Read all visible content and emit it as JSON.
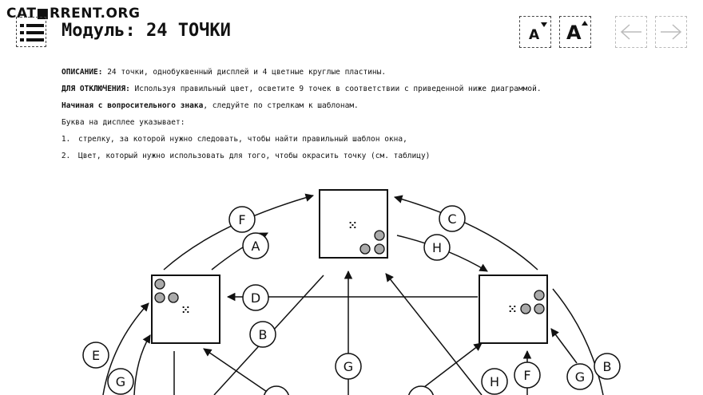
{
  "header": {
    "logo_text": "CAT■RRENT.ORG",
    "title": "Модуль: 24 ТОЧКИ",
    "font_decrease_label": "A",
    "font_increase_label": "A",
    "menu_icon": "hamburger-icon",
    "prev_icon": "arrow-left-icon",
    "next_icon": "arrow-right-icon"
  },
  "description": {
    "desc_label": "ОПИСАНИЕ:",
    "desc_text": " 24 точки, однобуквенный дисплей и 4 цветные круглые пластины.",
    "disarm_label": "ДЛЯ ОТКЛЮЧЕНИЯ:",
    "disarm_text": " Используя правильный цвет, осветите 9 точек в соответствии с приведенной ниже диаграммой.",
    "start_bold": "Начиная с вопросительного знака",
    "start_text": ", следуйте по стрелкам к шаблонам.",
    "display_intro": "Буква на дисплее указывает:",
    "items": [
      "стрелку, за которой нужно следовать, чтобы найти правильный шаблон окна,",
      "Цвет, который нужно использовать для того, чтобы окрасить точку (см. таблицу)"
    ]
  },
  "diagram": {
    "labels": [
      "F",
      "A",
      "C",
      "H",
      "D",
      "B",
      "E",
      "G",
      "G",
      "H",
      "F",
      "G",
      "B"
    ],
    "colors": {
      "stroke": "#111111",
      "dot_fill": "#aaaaaa"
    }
  }
}
